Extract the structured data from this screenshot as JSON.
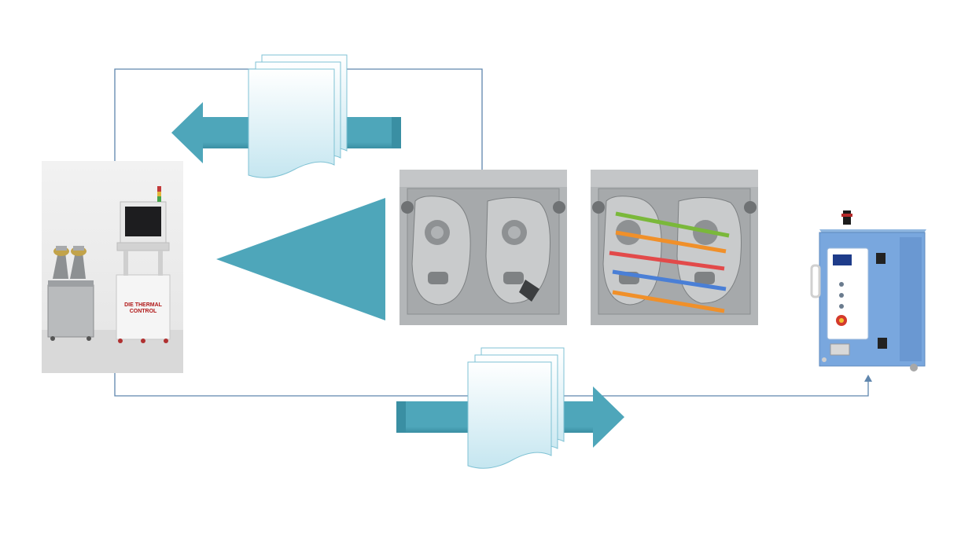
{
  "diagram": {
    "colors": {
      "arrow_fill": "#4ea6ba",
      "arrow_dark": "#3a8fa3",
      "line": "#5f86ad",
      "document_top": "#ffffff",
      "document_bottom": "#c5e6f0",
      "document_stroke": "#7fc2d4",
      "mold_line_colors": [
        "#7ab83a",
        "#f0902a",
        "#e24a4a",
        "#4a7fd6",
        "#f0902a"
      ]
    },
    "nodes": {
      "thermal_control_system": {
        "label_line1": "DIE THERMAL",
        "label_line2": "CONTROL"
      },
      "die_mold": {},
      "die_mold_with_channels": {},
      "temperature_control_unit": {}
    },
    "flows": [
      {
        "from": "die_mold",
        "to": "thermal_control_system",
        "icon": "document-stack-icon"
      },
      {
        "from": "thermal_control_system",
        "to": "temperature_control_unit",
        "icon": "document-stack-icon"
      }
    ]
  }
}
